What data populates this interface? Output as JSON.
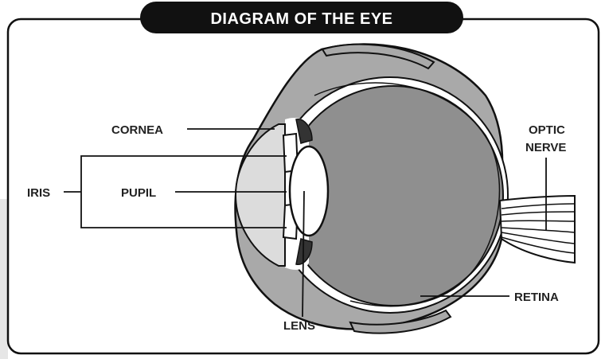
{
  "title": "DIAGRAM OF THE EYE",
  "labels": {
    "cornea": "CORNEA",
    "iris": "IRIS",
    "pupil": "PUPIL",
    "lens": "LENS",
    "optic_nerve_line1": "OPTIC",
    "optic_nerve_line2": "NERVE",
    "retina": "RETINA"
  },
  "colors": {
    "outline": "#111111",
    "sclera": "#a9a9a9",
    "vitreous": "#8f8f8f",
    "cornea_fill": "#dcdcdc",
    "background": "#ffffff",
    "title_bg": "#111111",
    "title_text": "#ffffff"
  }
}
